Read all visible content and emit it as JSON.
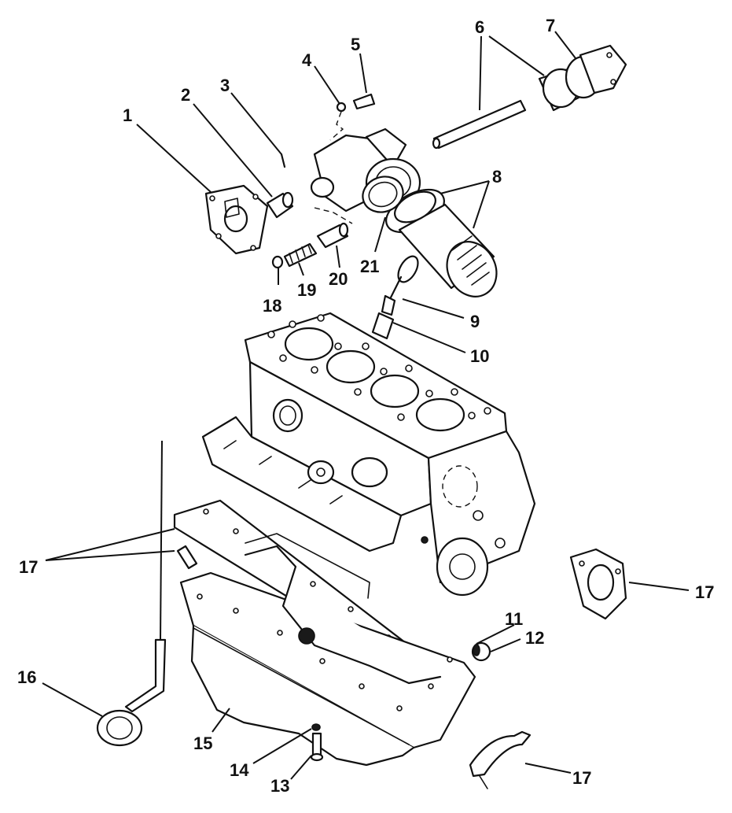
{
  "callouts": {
    "c1": "1",
    "c2": "2",
    "c3": "3",
    "c4": "4",
    "c5": "5",
    "c6": "6",
    "c7": "7",
    "c8": "8",
    "c9": "9",
    "c10": "10",
    "c11": "11",
    "c12": "12",
    "c13": "13",
    "c14": "14",
    "c15": "15",
    "c16": "16",
    "c17a": "17",
    "c17b": "17",
    "c17c": "17",
    "c18": "18",
    "c19": "19",
    "c20": "20",
    "c21": "21"
  }
}
